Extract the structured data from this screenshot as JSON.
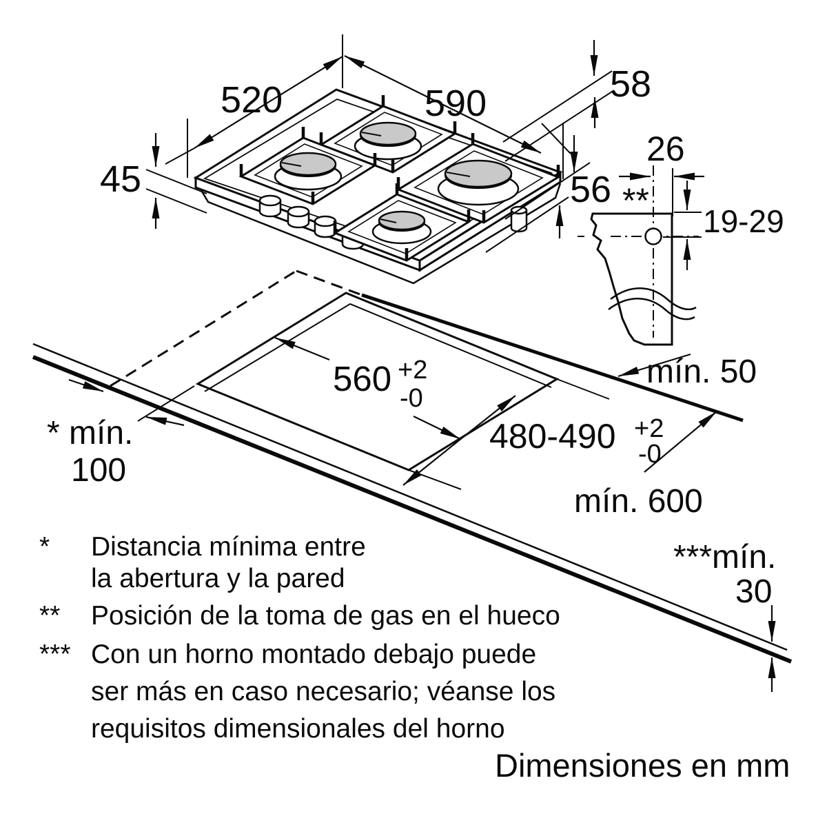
{
  "units_label": "Dimensiones en mm",
  "hob": {
    "width_label": "590",
    "depth_label": "520",
    "front_height_label": "45",
    "top_height_label": "58",
    "built_in_depth_label": "56"
  },
  "gas_connection": {
    "offset_label": "26",
    "marker": "**",
    "depth_range_label": "19-29"
  },
  "cutout": {
    "width": {
      "value": "560",
      "tol_plus": "+2",
      "tol_minus": "-0"
    },
    "depth": {
      "value": "480-490",
      "tol_plus": "+2",
      "tol_minus": "-0"
    },
    "wall_clearance_label": "mín. 50",
    "side_clearance_line1": "* mín.",
    "side_clearance_line2": "100",
    "worktop_depth_label": "mín. 600",
    "worktop_thickness_line1": "***mín.",
    "worktop_thickness_line2": "30"
  },
  "footnotes": [
    {
      "marker": "*",
      "lines": [
        "Distancia mínima entre",
        "la abertura y la pared"
      ]
    },
    {
      "marker": "**",
      "lines": [
        "Posición de la toma de gas en el hueco"
      ]
    },
    {
      "marker": "***",
      "lines": [
        "Con un horno montado debajo puede",
        "ser más en caso necesario; véanse los",
        "requisitos dimensionales del horno"
      ]
    }
  ],
  "colors": {
    "line": "#000000",
    "burner_cap": "#c9c9c9",
    "background": "#ffffff"
  }
}
